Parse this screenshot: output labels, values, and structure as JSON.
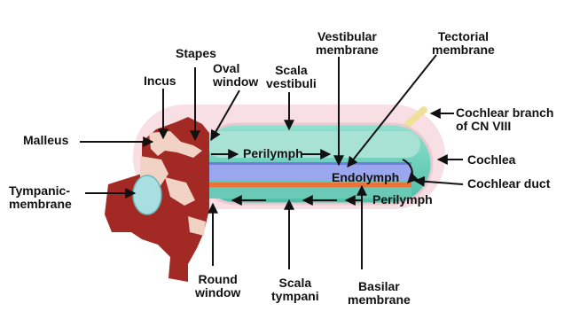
{
  "labels": {
    "malleus": "Malleus",
    "incus": "Incus",
    "stapes": "Stapes",
    "oval_window": [
      "Oval",
      "window"
    ],
    "scala_vestibuli": [
      "Scala",
      "vestibuli"
    ],
    "vestibular_membrane": [
      "Vestibular",
      "membrane"
    ],
    "tectorial_membrane": [
      "Tectorial",
      "membrane"
    ],
    "cochlear_branch": [
      "Cochlear branch",
      "of CN VIII"
    ],
    "cochlea": "Cochlea",
    "cochlear_duct": "Cochlear duct",
    "tympanic_membrane": [
      "Tympanic-",
      "membrane"
    ],
    "perilymph_top": "Perilymph",
    "endolymph": "Endolymph",
    "perilymph_bottom": "Perilymph",
    "round_window": [
      "Round",
      "window"
    ],
    "scala_tympani": [
      "Scala",
      "tympani"
    ],
    "basilar_membrane": [
      "Basilar",
      "membrane"
    ]
  },
  "colors": {
    "bone": "#a32a24",
    "bone_light": "#f2d2c4",
    "perilymph": "#5ec9b4",
    "perilymph_light": "#a8e2d4",
    "endolymph": "#9aa6ee",
    "basilar": "#e8743a",
    "tympanic": "#a9dfe0",
    "nerve": "#f0e19a",
    "halo": "#f7dfe4"
  }
}
